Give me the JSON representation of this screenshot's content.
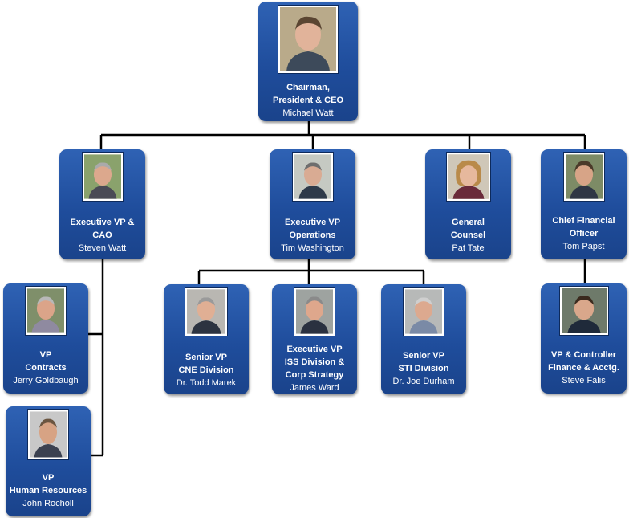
{
  "colors": {
    "card": "#1f4d9c",
    "connector": "#000000",
    "text": "#ffffff"
  },
  "people": {
    "ceo": {
      "title_lines": [
        "Chairman,",
        "President & CEO"
      ],
      "name": "Michael Watt"
    },
    "cao": {
      "title_lines": [
        "Executive VP &",
        "CAO"
      ],
      "name": "Steven  Watt"
    },
    "ops": {
      "title_lines": [
        "Executive VP",
        "Operations"
      ],
      "name": "Tim Washington"
    },
    "counsel": {
      "title_lines": [
        "General",
        "Counsel"
      ],
      "name": "Pat Tate"
    },
    "cfo": {
      "title_lines": [
        "Chief Financial",
        "Officer"
      ],
      "name": "Tom Papst"
    },
    "contracts": {
      "title_lines": [
        "VP",
        "Contracts"
      ],
      "name": "Jerry Goldbaugh"
    },
    "hr": {
      "title_lines": [
        "VP",
        "Human Resources"
      ],
      "name": "John Rocholl"
    },
    "cne": {
      "title_lines": [
        "Senior VP",
        "CNE Division"
      ],
      "name": "Dr. Todd Marek"
    },
    "iss": {
      "title_lines": [
        "Executive VP",
        "ISS Division  &",
        "Corp Strategy"
      ],
      "name": "James Ward"
    },
    "sti": {
      "title_lines": [
        "Senior VP",
        "STI Division"
      ],
      "name": "Dr. Joe Durham"
    },
    "controller": {
      "title_lines": [
        "VP & Controller",
        "Finance & Acctg."
      ],
      "name": "Steve Falis"
    }
  }
}
